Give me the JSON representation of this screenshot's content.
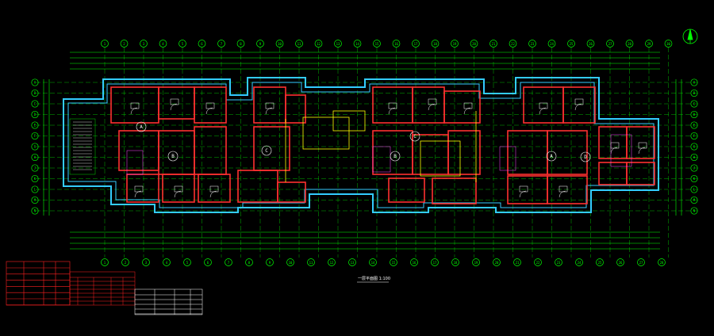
{
  "drawing": {
    "background": "#000000",
    "colors": {
      "axis": "#00ff00",
      "wall": "#ff3030",
      "outline": "#33ccff",
      "white": "#ffffff",
      "yellow": "#ffff00",
      "magenta": "#ff44ff",
      "table_red": "#ff2020"
    },
    "north_symbol": "north-arrow",
    "room_tags": [
      "A",
      "B",
      "C",
      "B",
      "C",
      "A",
      "D"
    ],
    "top_axis_labels": [
      "1",
      "2",
      "3",
      "4",
      "5",
      "6",
      "7",
      "8",
      "9",
      "10",
      "11",
      "12",
      "13",
      "14",
      "15",
      "16",
      "17",
      "18",
      "19",
      "20",
      "21",
      "22",
      "23",
      "24",
      "25",
      "26",
      "27",
      "28",
      "29",
      "30"
    ],
    "left_axis_labels": [
      "A",
      "B",
      "C",
      "D",
      "E",
      "F",
      "G",
      "H",
      "J",
      "K",
      "L",
      "M",
      "N"
    ],
    "right_axis_labels": [
      "A",
      "B",
      "C",
      "D",
      "E",
      "F",
      "G",
      "H",
      "J",
      "K",
      "L",
      "M",
      "N"
    ],
    "bottom_axis_labels": [
      "1",
      "2",
      "3",
      "4",
      "5",
      "6",
      "7",
      "8",
      "9",
      "10",
      "11",
      "12",
      "13",
      "14",
      "15",
      "16",
      "17",
      "18",
      "19",
      "20",
      "21",
      "22",
      "23",
      "24",
      "25",
      "26",
      "27",
      "28"
    ],
    "caption": "一层平面图 1:100"
  }
}
